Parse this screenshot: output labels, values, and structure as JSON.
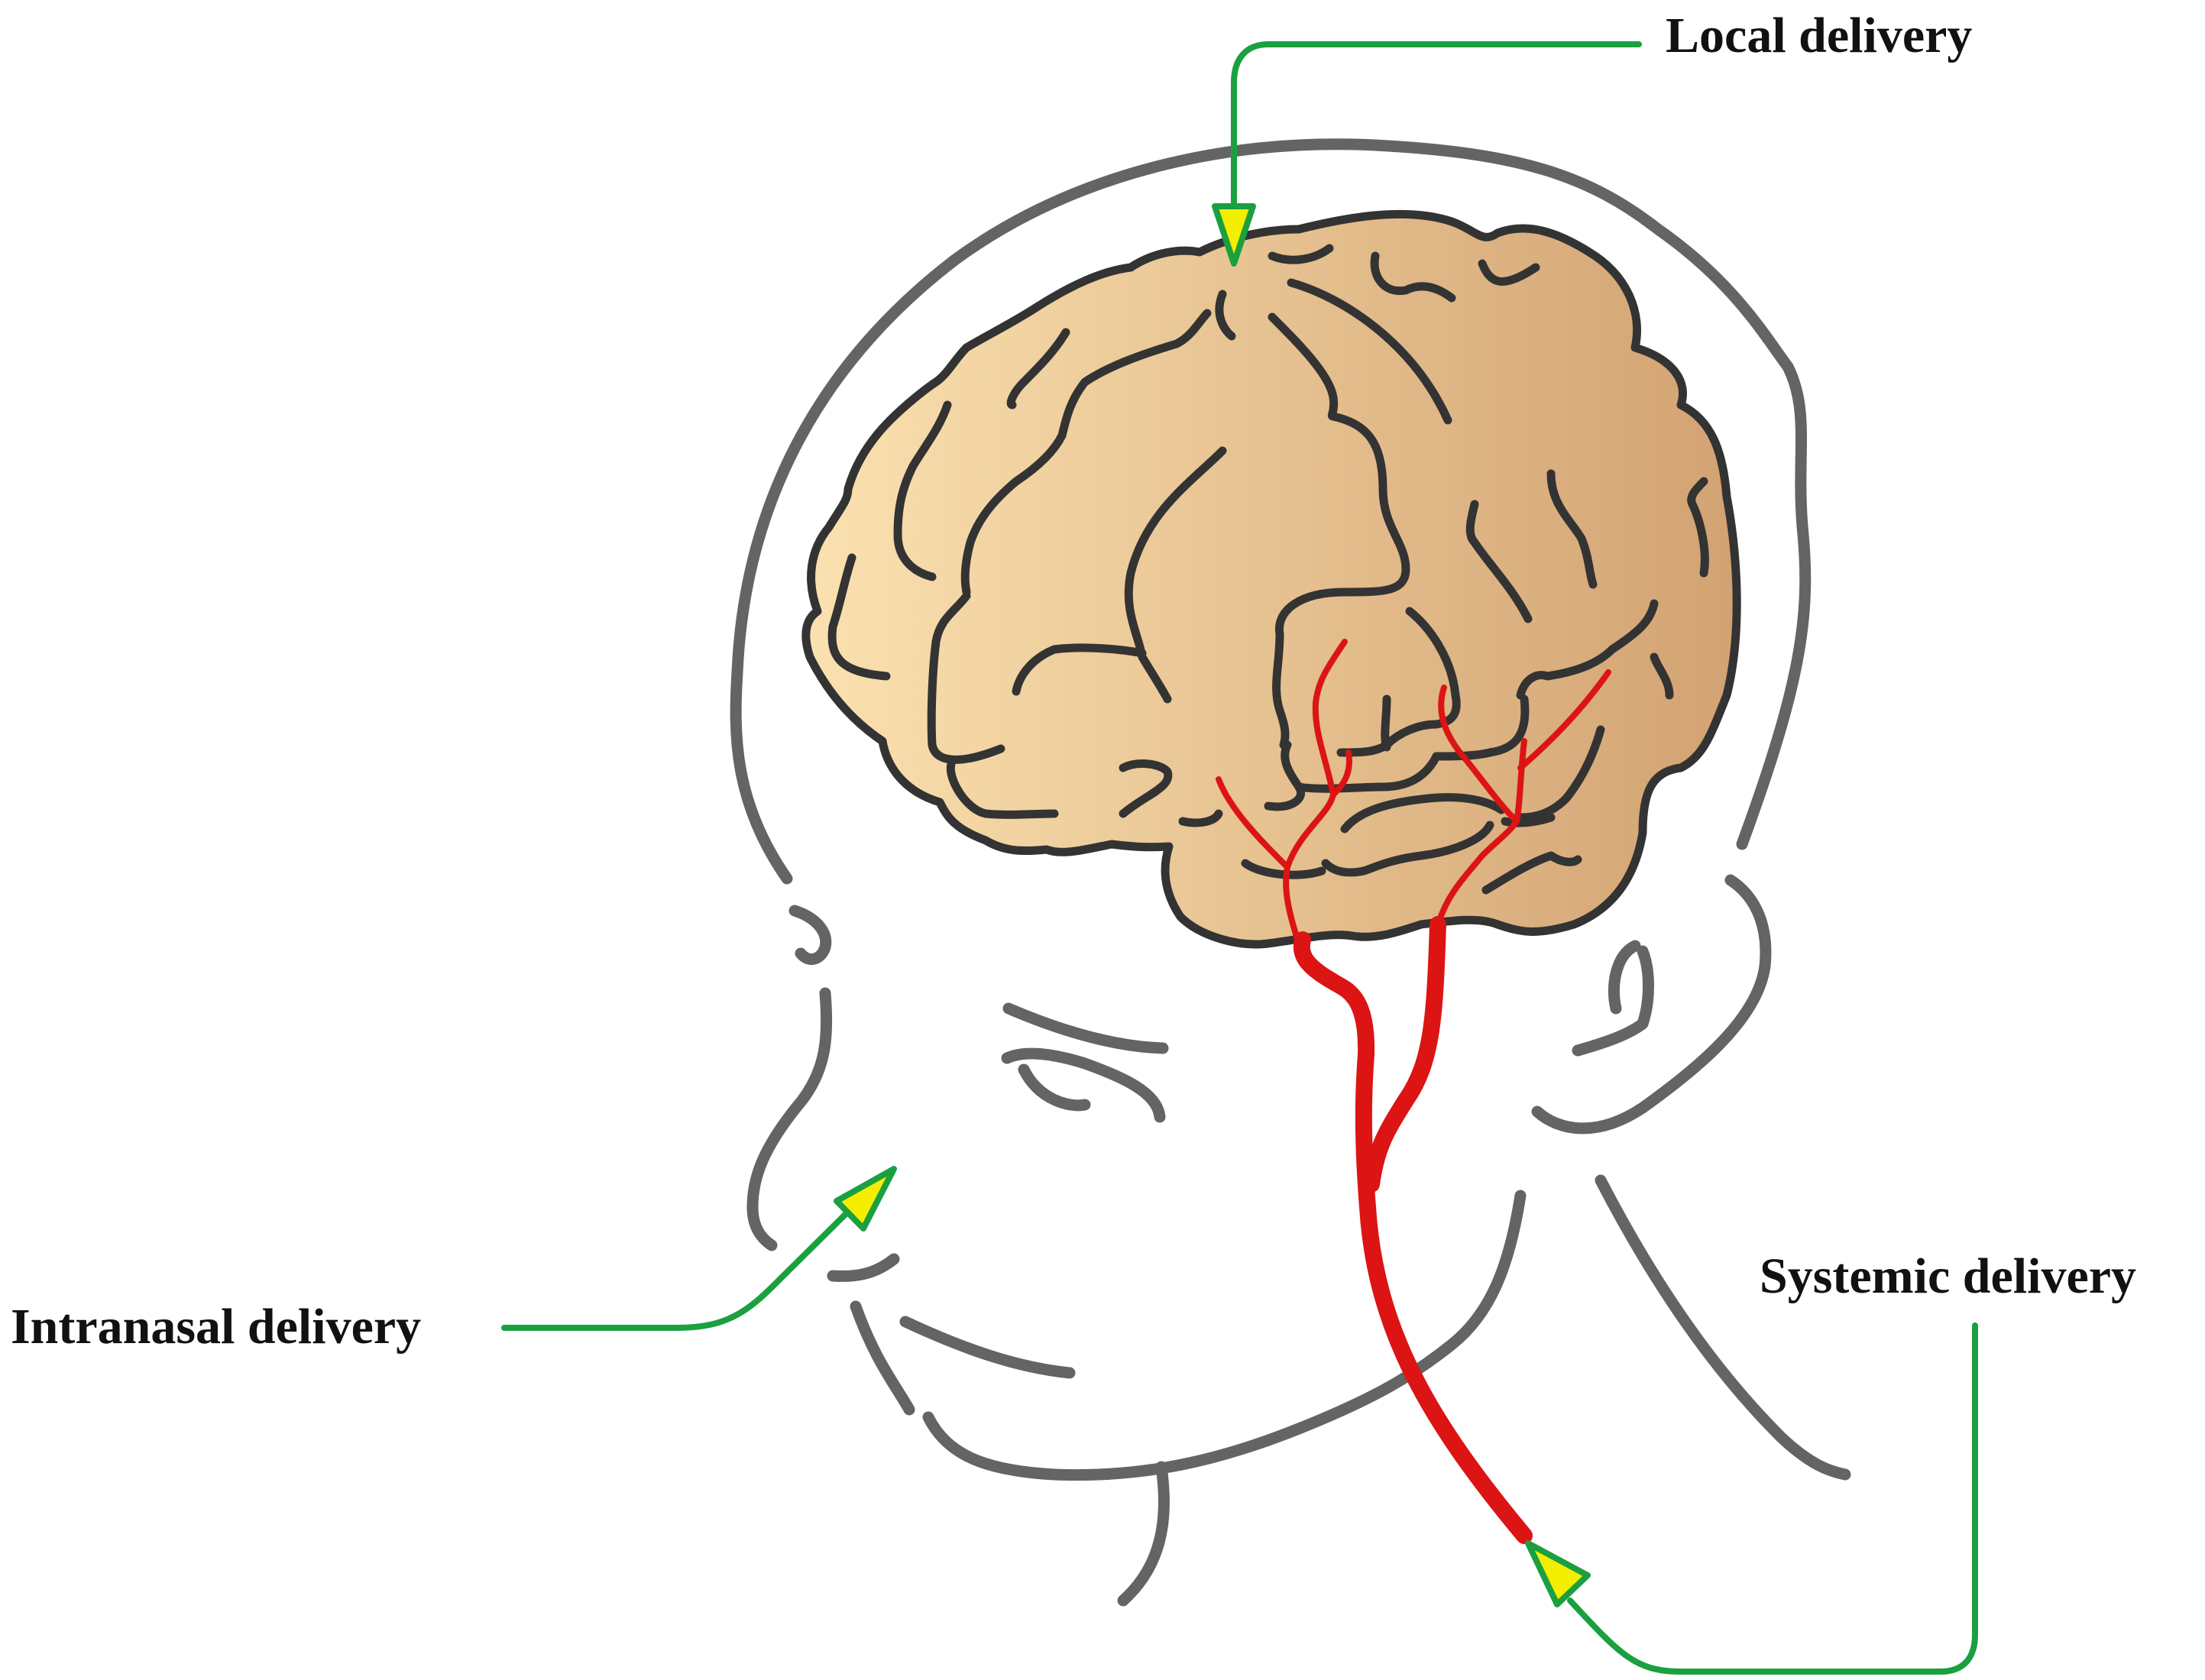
{
  "labels": {
    "local": "Local delivery",
    "intranasal": "Intranasal delivery",
    "systemic": "Systemic delivery"
  },
  "colors": {
    "head_outline": "#646464",
    "brain_outline": "#333333",
    "brain_fill_light": "#f8dcaa",
    "brain_fill_dark": "#d4a474",
    "artery": "#dc1414",
    "route_line": "#1aa040",
    "arrowhead_fill": "#f4ee00"
  },
  "icons": {
    "brain": "brain-illustration",
    "head": "head-profile-outline",
    "arteries": "carotid-artery-tree"
  }
}
